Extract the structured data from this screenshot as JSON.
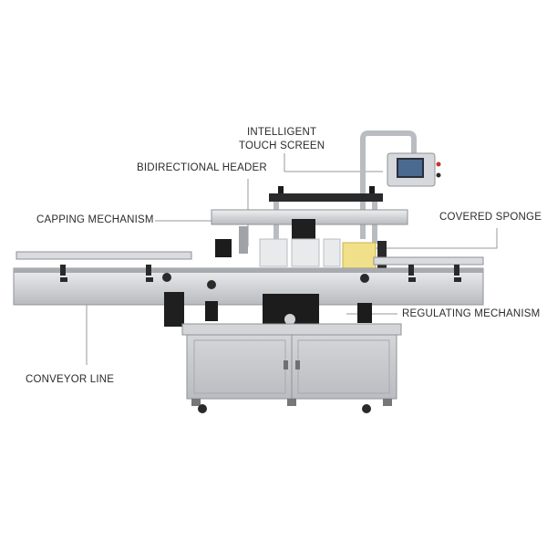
{
  "labels": {
    "touch_screen": [
      "INTELLIGENT",
      "TOUCH SCREEN"
    ],
    "header": "BIDIRECTIONAL HEADER",
    "capping": "CAPPING MECHANISM",
    "sponge": "COVERED SPONGE",
    "regulating": "REGULATING MECHANISM",
    "conveyor": "CONVEYOR LINE"
  },
  "colors": {
    "steel": "#c9cbce",
    "steel_dark": "#8f9297",
    "black": "#1c1c1c",
    "label_yellow": "#f1e08a",
    "leader_line": "#9a9a9a"
  }
}
